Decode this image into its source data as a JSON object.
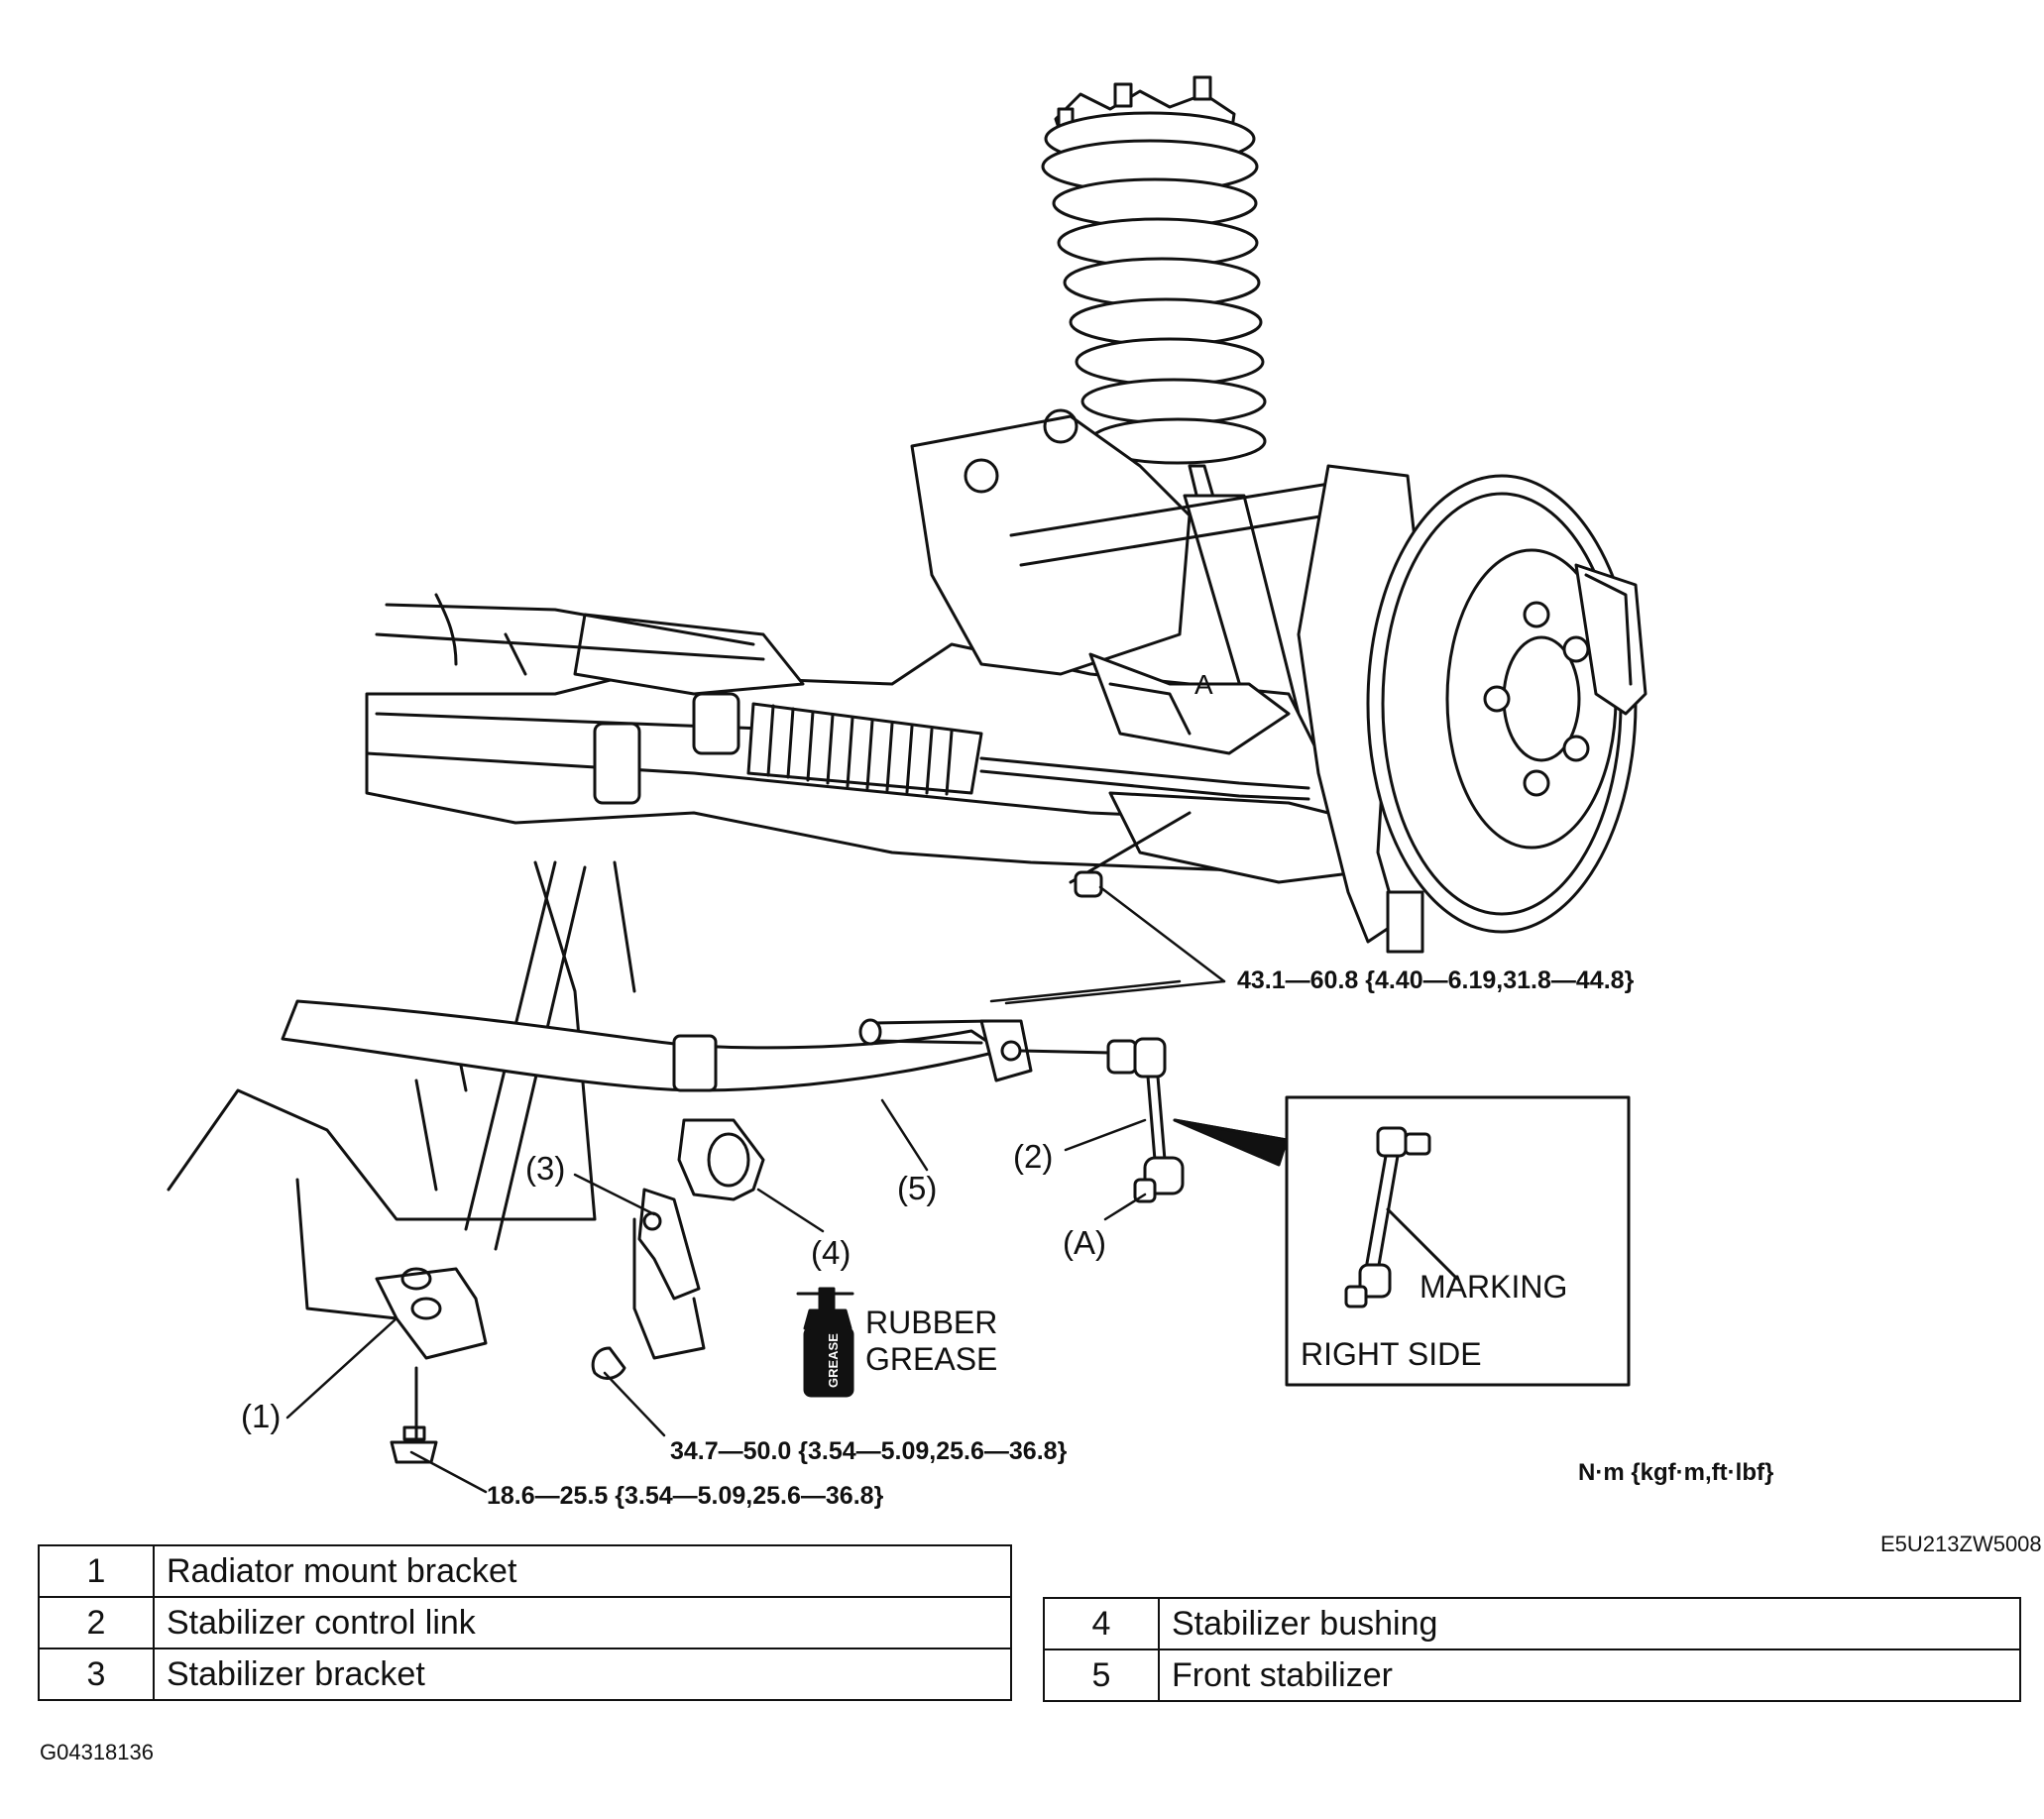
{
  "torque": {
    "link_nut": "43.1—60.8 {4.40—6.19,31.8—44.8}",
    "bracket_nut": "34.7—50.0 {3.54—5.09,25.6—36.8}",
    "mount_bolt": "18.6—25.5 {3.54—5.09,25.6—36.8}"
  },
  "callouts": {
    "c1": "(1)",
    "c2": "(2)",
    "c3": "(3)",
    "c4": "(4)",
    "c5": "(5)",
    "a_link": "(A)",
    "a_knuckle": "A"
  },
  "grease": {
    "line1": "RUBBER",
    "line2": "GREASE",
    "can_label": "GREASE"
  },
  "inset": {
    "marking": "MARKING",
    "side": "RIGHT SIDE"
  },
  "units": "N·m {kgf·m,ft·lbf}",
  "figure_code": "E5U213ZW5008",
  "page_code": "G04318136",
  "parts_left": [
    {
      "num": "1",
      "name": "Radiator mount bracket"
    },
    {
      "num": "2",
      "name": "Stabilizer control link"
    },
    {
      "num": "3",
      "name": "Stabilizer bracket"
    }
  ],
  "parts_right": [
    {
      "num": "4",
      "name": "Stabilizer bushing"
    },
    {
      "num": "5",
      "name": "Front stabilizer"
    }
  ]
}
